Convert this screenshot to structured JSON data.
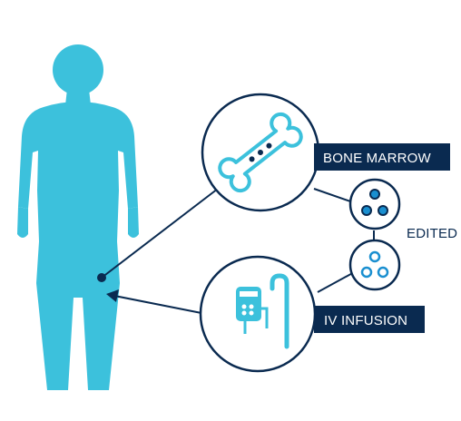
{
  "labels": {
    "bone_marrow": "BONE MARROW",
    "edited": "EDITED",
    "iv_infusion": "IV INFUSION"
  },
  "icons": {
    "figure": "human-body-silhouette",
    "bone": "bone-icon",
    "cells": "cells-icon",
    "iv_bag": "iv-bag-icon"
  },
  "colors": {
    "body": "#3cc1dc",
    "navy": "#0a2a50",
    "label_text": "#ffffff",
    "cell_fill": "#1a8fd0"
  }
}
